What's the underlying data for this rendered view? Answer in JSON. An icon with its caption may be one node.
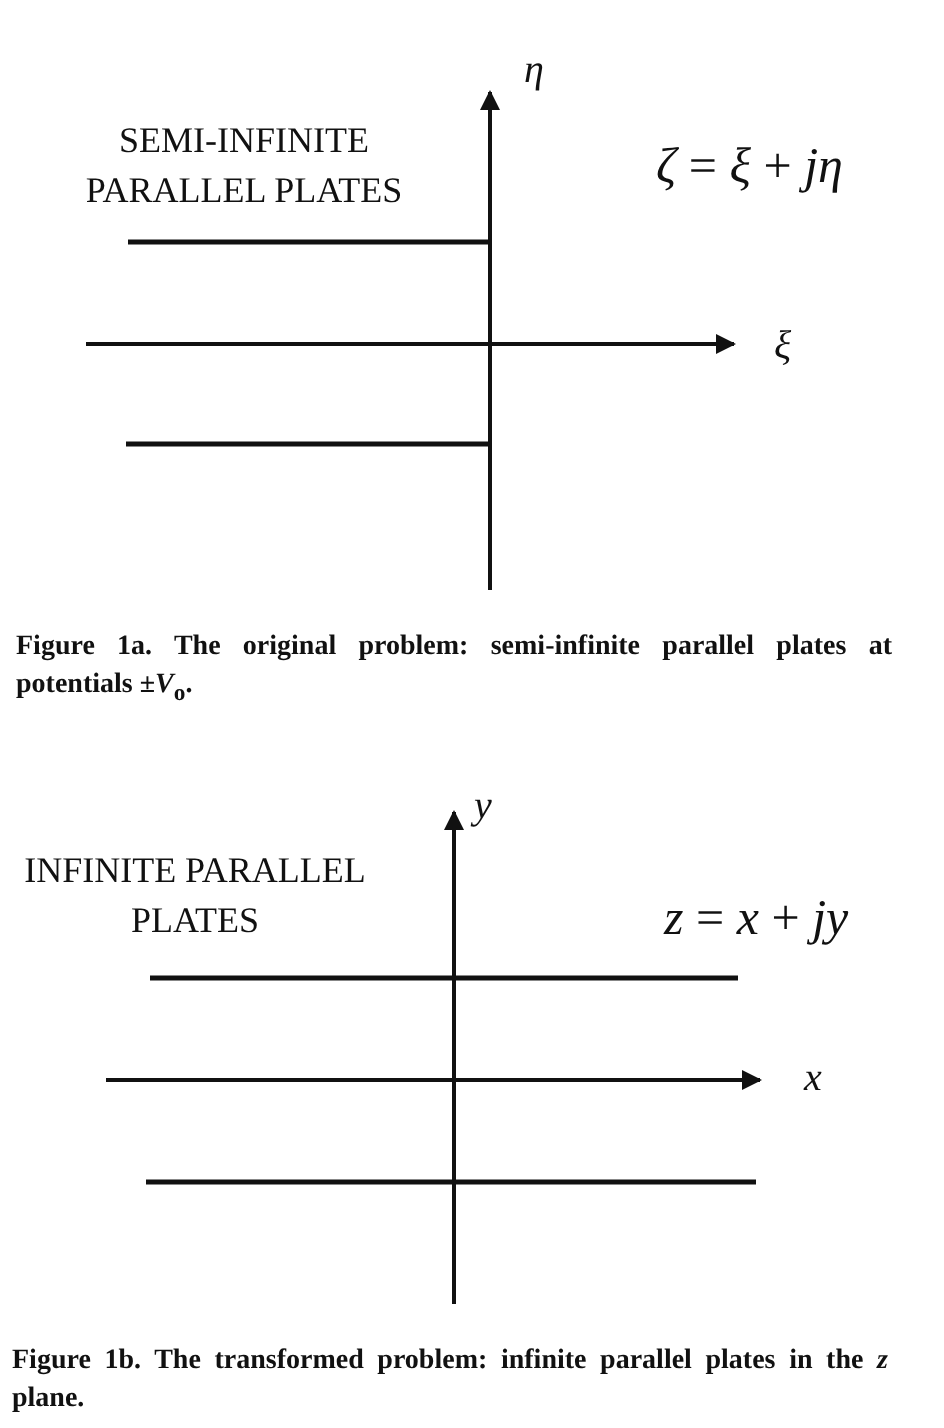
{
  "diagram": {
    "labels": [
      "η",
      "SEMI-INFINITE PARALLEL PLATES",
      "*ζ* = *ξ* + *jη*",
      "ξ",
      "**Figure 1a. The original problem: semi-infinite parallel plates at potentials ±*V*$_{o}$.**",
      "y",
      "INFINITE PARALLEL PLATES",
      "*z* = *x* + *jy*",
      "x",
      "**Figure 1b. The transformed problem: infinite parallel plates in the *z* plane.**"
    ]
  }
}
